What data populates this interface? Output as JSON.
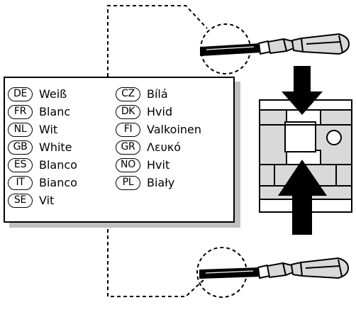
{
  "colors": {
    "line": "#000000",
    "connector_fill": "#d9d9d9",
    "panel_shadow": "#bfbfbf",
    "panel_bg": "#ffffff"
  },
  "legend": [
    {
      "code": "DE",
      "word": "Weiß"
    },
    {
      "code": "FR",
      "word": "Blanc"
    },
    {
      "code": "NL",
      "word": "Wit"
    },
    {
      "code": "GB",
      "word": "White"
    },
    {
      "code": "ES",
      "word": "Blanco"
    },
    {
      "code": "IT",
      "word": "Bianco"
    },
    {
      "code": "SE",
      "word": "Vit"
    },
    {
      "code": "CZ",
      "word": "Bílá"
    },
    {
      "code": "DK",
      "word": "Hvid"
    },
    {
      "code": "FI",
      "word": "Valkoinen"
    },
    {
      "code": "GR",
      "word": "Λευκό"
    },
    {
      "code": "NO",
      "word": "Hvit"
    },
    {
      "code": "PL",
      "word": "Biały"
    }
  ],
  "icons": {
    "top_terminal": "crimp-terminal-icon",
    "bottom_terminal": "crimp-terminal-icon",
    "connector": "connector-housing-icon",
    "arrows": "arrow-down-icon, arrow-up-icon"
  }
}
